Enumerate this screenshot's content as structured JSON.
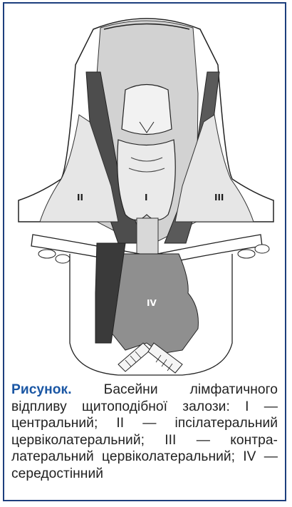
{
  "figure": {
    "labels": {
      "central": "I",
      "ipsilateral": "II",
      "contralateral": "III",
      "mediastinal": "IV"
    }
  },
  "caption": {
    "title": "Рисунок.",
    "text": " Басейни лімфатичного відпливу щитоподібної залози: I — центральний; II — іпсілатеральний цервіколатеральний; III — контра-латеральний цервіколатеральний; IV — середостінний"
  },
  "colors": {
    "frame": "#1d3f7d",
    "caption_title": "#1b57a4",
    "basin_light": "#cfcfcf",
    "basin_dark": "#555555",
    "basin_mid": "#8a8a8a"
  }
}
